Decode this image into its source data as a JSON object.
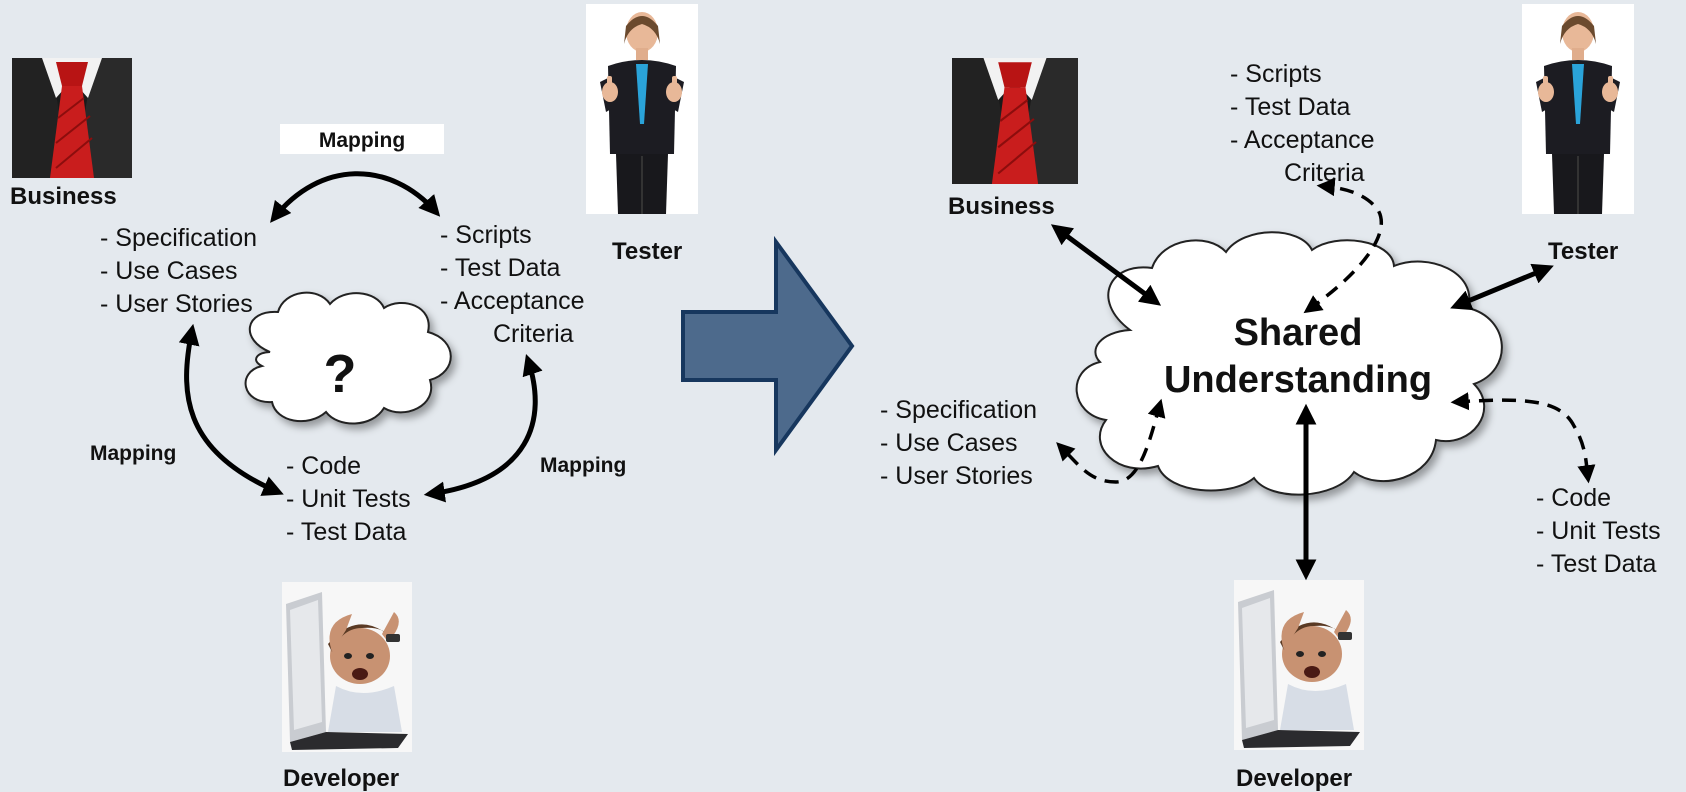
{
  "left": {
    "roles": {
      "business": "Business",
      "tester": "Tester",
      "developer": "Developer"
    },
    "business_items": [
      "- Specification",
      "- Use Cases",
      "- User Stories"
    ],
    "tester_items": [
      "- Scripts",
      "- Test Data",
      "- Acceptance",
      "Criteria"
    ],
    "developer_items": [
      "- Code",
      "- Unit Tests",
      "- Test Data"
    ],
    "cloud_text": "?",
    "mapping_top": "Mapping",
    "mapping_left": "Mapping",
    "mapping_right": "Mapping"
  },
  "right": {
    "roles": {
      "business": "Business",
      "tester": "Tester",
      "developer": "Developer"
    },
    "cloud_line1": "Shared",
    "cloud_line2": "Understanding",
    "tester_items": [
      "- Scripts",
      "- Test Data",
      "- Acceptance",
      "Criteria"
    ],
    "business_items": [
      "- Specification",
      "- Use Cases",
      "- User Stories"
    ],
    "developer_items": [
      "- Code",
      "- Unit Tests",
      "- Test Data"
    ]
  },
  "colors": {
    "background": "#e4e9ee",
    "arrow_fill": "#4d6a8c",
    "arrow_stroke": "#17375e"
  },
  "icons": [
    "business-tie-photo",
    "tester-thumbs-up-photo",
    "developer-frustrated-photo",
    "transition-arrow-icon"
  ]
}
